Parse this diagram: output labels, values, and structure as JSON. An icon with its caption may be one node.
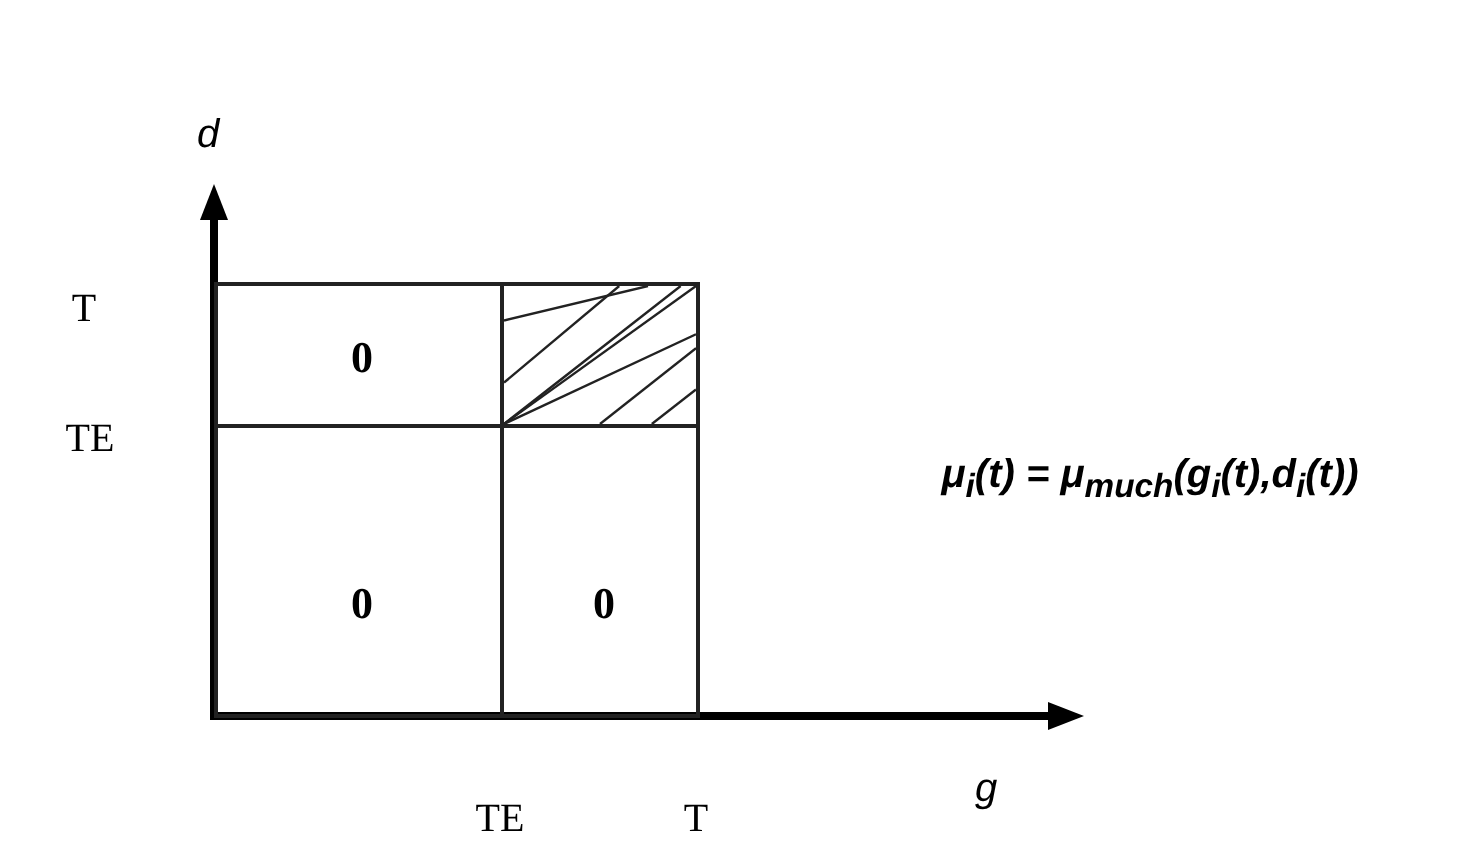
{
  "diagram": {
    "nodes": [
      {
        "text": [
          "0"
        ]
      },
      {
        "text": [],
        "shape": "box"
      },
      {
        "text": [
          "0"
        ]
      },
      {
        "text": [
          "0"
        ]
      }
    ],
    "labels": [
      "d",
      "T",
      "TE",
      "μ$_{i}$(t) = μ$_{much}$(g$_{i}$(t),d$_{i}$(t))",
      "TE",
      "T",
      "g"
    ]
  }
}
